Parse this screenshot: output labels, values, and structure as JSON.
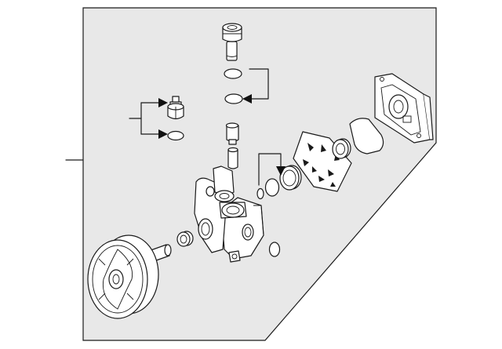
{
  "diagram": {
    "type": "exploded-parts-diagram",
    "colors": {
      "background_panel": "#e8e8e8",
      "line": "#1a1a1a",
      "page": "#ffffff"
    },
    "parts": [
      "pump-body",
      "pulley",
      "pulley-nut",
      "fitting-bolt",
      "fitting-o-ring-upper",
      "fitting-o-ring-lower",
      "pressure-switch",
      "pressure-switch-o-ring",
      "flow-valve",
      "flow-spring",
      "rear-o-ring-large",
      "rear-o-ring-small",
      "rotor-cam-ring",
      "cartridge-plate",
      "side-plate",
      "side-gasket",
      "rear-cover",
      "body-o-ring"
    ]
  }
}
